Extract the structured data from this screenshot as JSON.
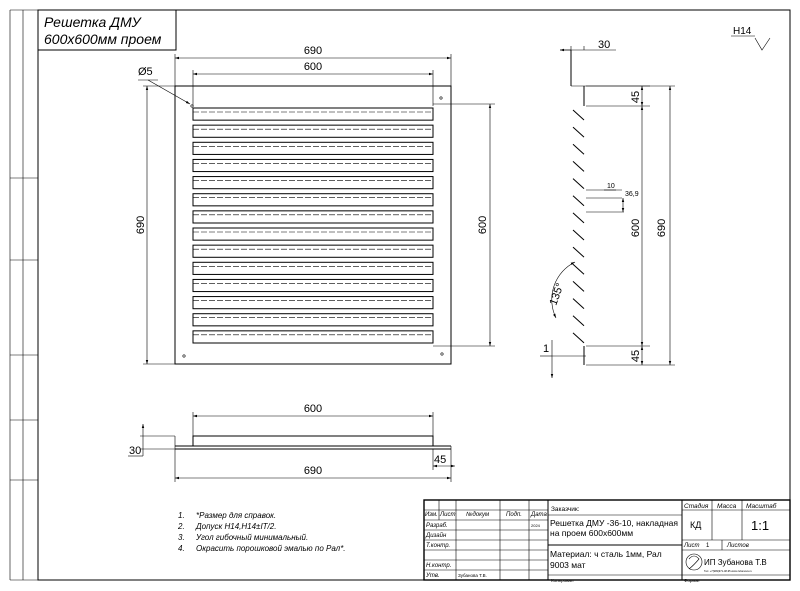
{
  "title": {
    "line1": "Решетка ДМУ",
    "line2": "600х600мм проем"
  },
  "roughness": "H14",
  "front_view": {
    "overall_width": "690",
    "opening_width": "600",
    "hole_diameter": "Ø5",
    "overall_height": "690",
    "opening_height": "600",
    "slat_count": 14
  },
  "side_view": {
    "depth": "30",
    "top_margin": "45",
    "bottom_margin": "45",
    "opening_height": "600",
    "overall_height": "690",
    "slat_pitch": "10",
    "slat_length": "36,9",
    "angle": "135°",
    "thickness": "1",
    "slat_count": 14
  },
  "bottom_view": {
    "opening_width": "600",
    "overall_width": "690",
    "depth": "30",
    "flange": "45"
  },
  "notes": [
    {
      "num": "1.",
      "text": "*Размер для справок."
    },
    {
      "num": "2.",
      "text": "Допуск H14,H14±IT/2."
    },
    {
      "num": "3.",
      "text": "Угол гибочный минимальный."
    },
    {
      "num": "4.",
      "text": "Окрасить порошковой эмалью по Рал*."
    }
  ],
  "title_block": {
    "col_headers": [
      "Изм.",
      "Лист",
      "№докум",
      "Подп.",
      "Дата"
    ],
    "rows": [
      "Разраб.",
      "Дизайн",
      "Т.контр.",
      "",
      "Н.контр.",
      "Утв."
    ],
    "date": "2024",
    "approver": "Зубанова Т.В.",
    "customer_label": "Заказчик:",
    "description": "Решетка ДМУ -36-10, накладная на проем 600х600мм",
    "material": "Материал: ч сталь 1мм, Рал 9003 мат",
    "stage_label": "Стадия",
    "mass_label": "Масса",
    "scale_label": "Масштаб",
    "stage": "КД",
    "scale": "1:1",
    "sheet_label": "Лист",
    "sheet_num": "1",
    "sheets_label": "Листов",
    "company": "ИП Зубанова Т.В",
    "company_sub": "Тел: +7(999)971-48-95   www.zubanova.ru",
    "copied_label": "Копировал",
    "format_label": "Формат"
  }
}
